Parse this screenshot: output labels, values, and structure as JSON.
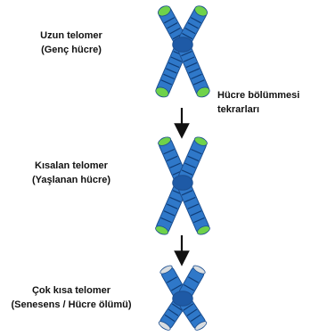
{
  "stages": [
    {
      "line1": "Uzun telomer",
      "line2": "(Genç hücre)",
      "tip_color": "#6fd24a"
    },
    {
      "line1": "Kısalan telomer",
      "line2": "(Yaşlanan hücre)",
      "tip_color": "#6fd24a"
    },
    {
      "line1": "Çok kısa telomer",
      "line2": "(Senesens / Hücre ölümü)",
      "tip_color": "#d9dde0"
    }
  ],
  "process": {
    "line1": "Hücre bölümmesi",
    "line2": "tekrarları"
  },
  "colors": {
    "chromatid": "#2f78c9",
    "chromatid_dark": "#1c4f91",
    "band": "#0f3d78",
    "centromere": "#1e5aa6",
    "arrow": "#111111"
  }
}
